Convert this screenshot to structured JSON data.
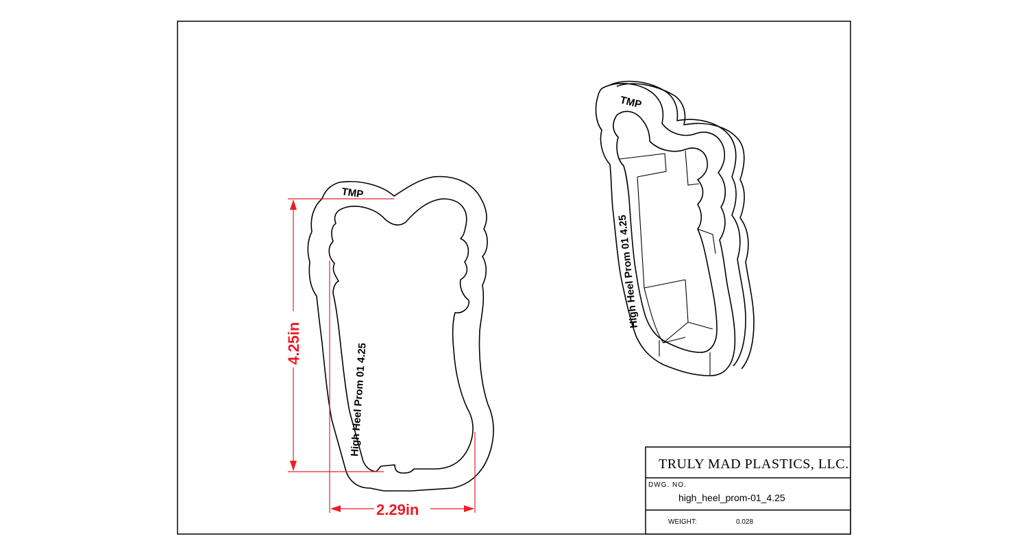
{
  "title_block": {
    "company": "TRULY MAD PLASTICS, LLC.",
    "dwg_no_label": "DWG. NO.",
    "dwg_no_value": "high_heel_prom-01_4.25",
    "weight_label": "WEIGHT:",
    "weight_value": "0.028"
  },
  "dimensions": {
    "height": "4.25in",
    "width": "2.29in"
  },
  "emboss": {
    "top_text": "TMP",
    "side_text": "High Heel Prom 01  4.25"
  },
  "colors": {
    "dimension": "#ee1c24",
    "line": "#000000"
  }
}
